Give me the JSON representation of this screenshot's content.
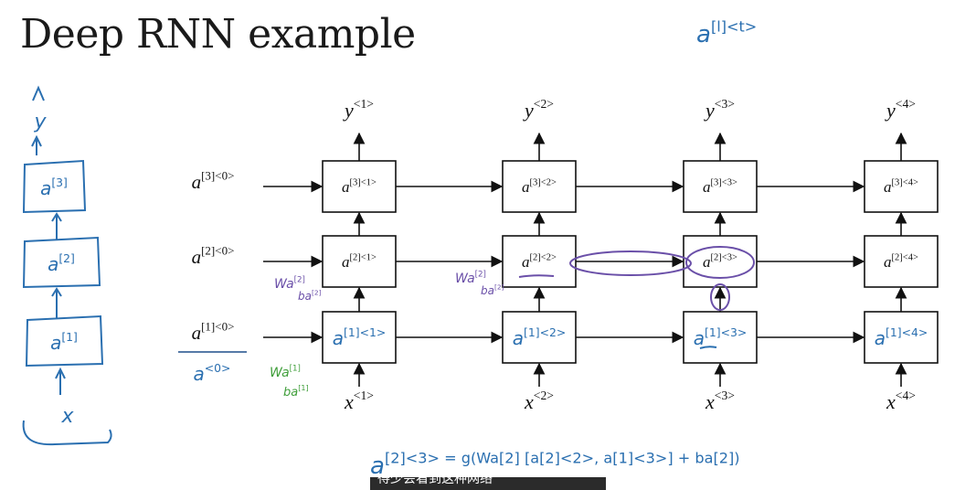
{
  "title": "Deep RNN example",
  "corner_note": "a[l]<t>",
  "columns": [
    {
      "y": "y<1>",
      "x": "x<1>",
      "cells": [
        "a[3]<1>",
        "a[2]<1>",
        "a[1]<1>"
      ]
    },
    {
      "y": "y<2>",
      "x": "x<2>",
      "cells": [
        "a[3]<2>",
        "a[2]<2>",
        "a[1]<2>"
      ]
    },
    {
      "y": "y<3>",
      "x": "x<3>",
      "cells": [
        "a[3]<3>",
        "a[2]<3>",
        "a[1]<3>"
      ]
    },
    {
      "y": "y<4>",
      "x": "x<4>",
      "cells": [
        "a[3]<4>",
        "a[2]<4>",
        "a[1]<4>"
      ]
    }
  ],
  "initial_states": [
    "a[3]<0>",
    "a[2]<0>",
    "a[1]<0>"
  ],
  "handwritten": {
    "a0": "a<0>",
    "layer2_params_a": "Wa[2] ba[2]",
    "layer2_params_b": "Wa[2] ba[2]",
    "layer1_params": "Wa[1] ba[1]",
    "left_stack_top": "y",
    "left_stack_cells": [
      "a[3]",
      "a[2]",
      "a[1]"
    ],
    "left_stack_bottom": "x",
    "formula": "a[2]<3> = g(Wa[2] [a[2]<2>, a[1]<3>] + ba[2])"
  },
  "subtitle": "得少会看到这种网络",
  "colors": {
    "ink": "#111111",
    "blue": "#2a6fb0",
    "purple": "#6a4fa8",
    "green": "#3f9e3a"
  }
}
